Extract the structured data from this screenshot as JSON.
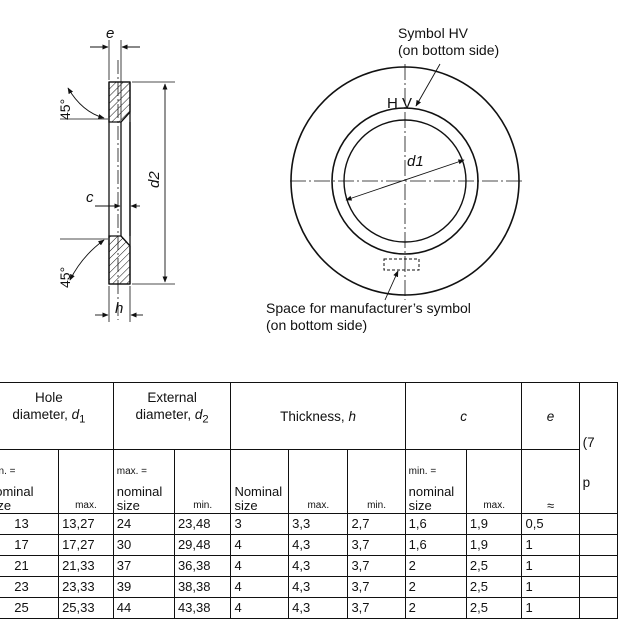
{
  "drawing": {
    "labels": {
      "e": "e",
      "c": "c",
      "h": "h",
      "d2": "d2",
      "d1": "d1",
      "angle_top": "45°",
      "angle_bottom": "45°",
      "ring_mark": "H V"
    },
    "notes": {
      "symbol_line1": "Symbol HV",
      "symbol_line2": "(on bottom side)",
      "space_line1": "Space for manufacturer’s symbol",
      "space_line2": "(on bottom side)"
    }
  },
  "table": {
    "groups": {
      "hole_line1": "Hole",
      "hole_line2": "diameter,",
      "hole_sym": "d",
      "hole_sub": "1",
      "ext_line1": "External",
      "ext_line2": "diameter,",
      "ext_sym": "d",
      "ext_sub": "2",
      "thick": "Thickness,",
      "thick_sym": "h",
      "c_sym": "c",
      "e_sym": "e",
      "extra_line1": "(7",
      "extra_line2": "p"
    },
    "subheaders": {
      "hole_min_small": "min. =",
      "hole_nom": "nominal size",
      "hole_max": "max.",
      "ext_max_small": "max. =",
      "ext_nom": "nominal size",
      "ext_min": "min.",
      "thick_nom": "Nominal size",
      "thick_max": "max.",
      "thick_min": "min.",
      "c_min_small": "min. =",
      "c_nom": "nominal size",
      "c_max": "max.",
      "e_approx": "≈"
    },
    "rows": [
      [
        "13",
        "13,27",
        "24",
        "23,48",
        "3",
        "3,3",
        "2,7",
        "1,6",
        "1,9",
        "0,5"
      ],
      [
        "17",
        "17,27",
        "30",
        "29,48",
        "4",
        "4,3",
        "3,7",
        "1,6",
        "1,9",
        "1"
      ],
      [
        "21",
        "21,33",
        "37",
        "36,38",
        "4",
        "4,3",
        "3,7",
        "2",
        "2,5",
        "1"
      ],
      [
        "23",
        "23,33",
        "39",
        "38,38",
        "4",
        "4,3",
        "3,7",
        "2",
        "2,5",
        "1"
      ],
      [
        "25",
        "25,33",
        "44",
        "43,38",
        "4",
        "4,3",
        "3,7",
        "2",
        "2,5",
        "1"
      ]
    ]
  }
}
